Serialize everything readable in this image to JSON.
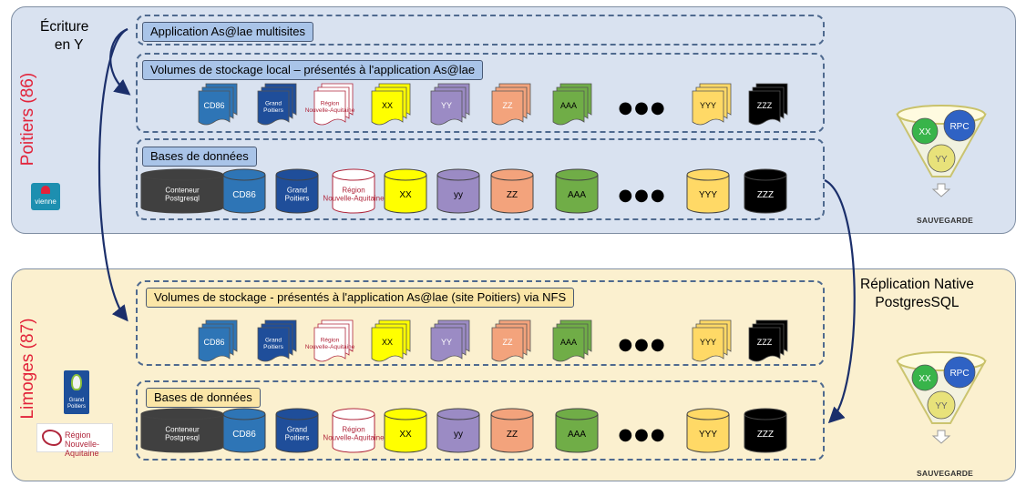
{
  "colors": {
    "poitiers_bg": "#d9e2f0",
    "limoges_bg": "#fbf0cf",
    "site_title_red": "#e2233a",
    "label_blue": "#a9c4e8",
    "label_yellow": "#fbe6a7",
    "arrow_navy": "#1b2f6b"
  },
  "poitiers": {
    "site_title": "Poitiers (86)",
    "write_note_line1": "Écriture",
    "write_note_line2": "en Y",
    "app_label": "Application As@lae multisites",
    "volumes_label": "Volumes de stockage local – présentés à l'application As@lae",
    "db_label": "Bases de données",
    "volumes": [
      {
        "name": "vol-cd86",
        "label": "CD86",
        "color": "#2e75b6",
        "text_color": "#ffffff"
      },
      {
        "name": "vol-grand-poitiers",
        "label": "Grand Poitiers",
        "color": "#1f4e9a",
        "text_color": "#ffffff"
      },
      {
        "name": "vol-nouvelle-aquitaine",
        "label": "Région Nouvelle-Aquitaine",
        "color": "#ffffff",
        "text_color": "#b0263b"
      },
      {
        "name": "vol-xx",
        "label": "XX",
        "color": "#ffff00",
        "text_color": "#000000"
      },
      {
        "name": "vol-yy",
        "label": "YY",
        "color": "#9b8bc4",
        "text_color": "#ffffff"
      },
      {
        "name": "vol-zz",
        "label": "ZZ",
        "color": "#f3a37c",
        "text_color": "#ffffff"
      },
      {
        "name": "vol-aaa",
        "label": "AAA",
        "color": "#70ad47",
        "text_color": "#000000"
      },
      {
        "name": "vol-yyy",
        "label": "YYY",
        "color": "#ffd966",
        "text_color": "#000000"
      },
      {
        "name": "vol-zzz",
        "label": "ZZZ",
        "color": "#000000",
        "text_color": "#ffffff"
      }
    ],
    "databases": [
      {
        "name": "db-container",
        "label": "Conteneur Postgresql",
        "color": "#404040",
        "text_color": "#ffffff"
      },
      {
        "name": "db-cd86",
        "label": "CD86",
        "color": "#2e75b6",
        "text_color": "#ffffff"
      },
      {
        "name": "db-grand-poitiers",
        "label": "Grand Poitiers",
        "color": "#1f4e9a",
        "text_color": "#ffffff"
      },
      {
        "name": "db-nouvelle-aquitaine",
        "label": "Région Nouvelle-Aquitaine",
        "color": "#ffffff",
        "text_color": "#b0263b"
      },
      {
        "name": "db-xx",
        "label": "XX",
        "color": "#ffff00",
        "text_color": "#000000"
      },
      {
        "name": "db-yy",
        "label": "yy",
        "color": "#9b8bc4",
        "text_color": "#000000"
      },
      {
        "name": "db-zz",
        "label": "ZZ",
        "color": "#f3a37c",
        "text_color": "#000000"
      },
      {
        "name": "db-aaa",
        "label": "AAA",
        "color": "#70ad47",
        "text_color": "#000000"
      },
      {
        "name": "db-yyy",
        "label": "YYY",
        "color": "#ffd966",
        "text_color": "#000000"
      },
      {
        "name": "db-zzz",
        "label": "ZZZ",
        "color": "#000000",
        "text_color": "#ffffff"
      }
    ],
    "backup": {
      "label": "SAUVEGARDE",
      "circles": [
        {
          "label": "XX",
          "color": "#38b44a"
        },
        {
          "label": "RPC",
          "color": "#2f62c4"
        },
        {
          "label": "YY",
          "color": "#e8e27a"
        }
      ]
    },
    "logo": {
      "name": "vienne",
      "label": "vienne"
    }
  },
  "replication_note_line1": "Réplication Native",
  "replication_note_line2": "PostgresSQL",
  "limoges": {
    "site_title": "Limoges (87)",
    "volumes_label": "Volumes de stockage - présentés à l'application As@lae (site Poitiers) via NFS",
    "db_label": "Bases de données",
    "volumes": [
      {
        "name": "vol-cd86",
        "label": "CD86",
        "color": "#2e75b6",
        "text_color": "#ffffff"
      },
      {
        "name": "vol-grand-poitiers",
        "label": "Grand Poitiers",
        "color": "#1f4e9a",
        "text_color": "#ffffff"
      },
      {
        "name": "vol-nouvelle-aquitaine",
        "label": "Région Nouvelle-Aquitaine",
        "color": "#ffffff",
        "text_color": "#b0263b"
      },
      {
        "name": "vol-xx",
        "label": "XX",
        "color": "#ffff00",
        "text_color": "#000000"
      },
      {
        "name": "vol-yy",
        "label": "YY",
        "color": "#9b8bc4",
        "text_color": "#ffffff"
      },
      {
        "name": "vol-zz",
        "label": "ZZ",
        "color": "#f3a37c",
        "text_color": "#ffffff"
      },
      {
        "name": "vol-aaa",
        "label": "AAA",
        "color": "#70ad47",
        "text_color": "#000000"
      },
      {
        "name": "vol-yyy",
        "label": "YYY",
        "color": "#ffd966",
        "text_color": "#000000"
      },
      {
        "name": "vol-zzz",
        "label": "ZZZ",
        "color": "#000000",
        "text_color": "#ffffff"
      }
    ],
    "databases": [
      {
        "name": "db-container",
        "label": "Conteneur Postgresql",
        "color": "#404040",
        "text_color": "#ffffff"
      },
      {
        "name": "db-cd86",
        "label": "CD86",
        "color": "#2e75b6",
        "text_color": "#ffffff"
      },
      {
        "name": "db-grand-poitiers",
        "label": "Grand Poitiers",
        "color": "#1f4e9a",
        "text_color": "#ffffff"
      },
      {
        "name": "db-nouvelle-aquitaine",
        "label": "Région Nouvelle-Aquitaine",
        "color": "#ffffff",
        "text_color": "#b0263b"
      },
      {
        "name": "db-xx",
        "label": "XX",
        "color": "#ffff00",
        "text_color": "#000000"
      },
      {
        "name": "db-yy",
        "label": "yy",
        "color": "#9b8bc4",
        "text_color": "#000000"
      },
      {
        "name": "db-zz",
        "label": "ZZ",
        "color": "#f3a37c",
        "text_color": "#000000"
      },
      {
        "name": "db-aaa",
        "label": "AAA",
        "color": "#70ad47",
        "text_color": "#000000"
      },
      {
        "name": "db-yyy",
        "label": "YYY",
        "color": "#ffd966",
        "text_color": "#000000"
      },
      {
        "name": "db-zzz",
        "label": "ZZZ",
        "color": "#000000",
        "text_color": "#ffffff"
      }
    ],
    "backup": {
      "label": "SAUVEGARDE",
      "circles": [
        {
          "label": "XX",
          "color": "#38b44a"
        },
        {
          "label": "RPC",
          "color": "#2f62c4"
        },
        {
          "label": "YY",
          "color": "#e8e27a"
        }
      ]
    },
    "logos": [
      {
        "name": "grand-poitiers",
        "label": "Grand Poitiers"
      },
      {
        "name": "nouvelle-aquitaine",
        "label": "Région Nouvelle-Aquitaine"
      }
    ]
  },
  "ellipsis": "●●●"
}
